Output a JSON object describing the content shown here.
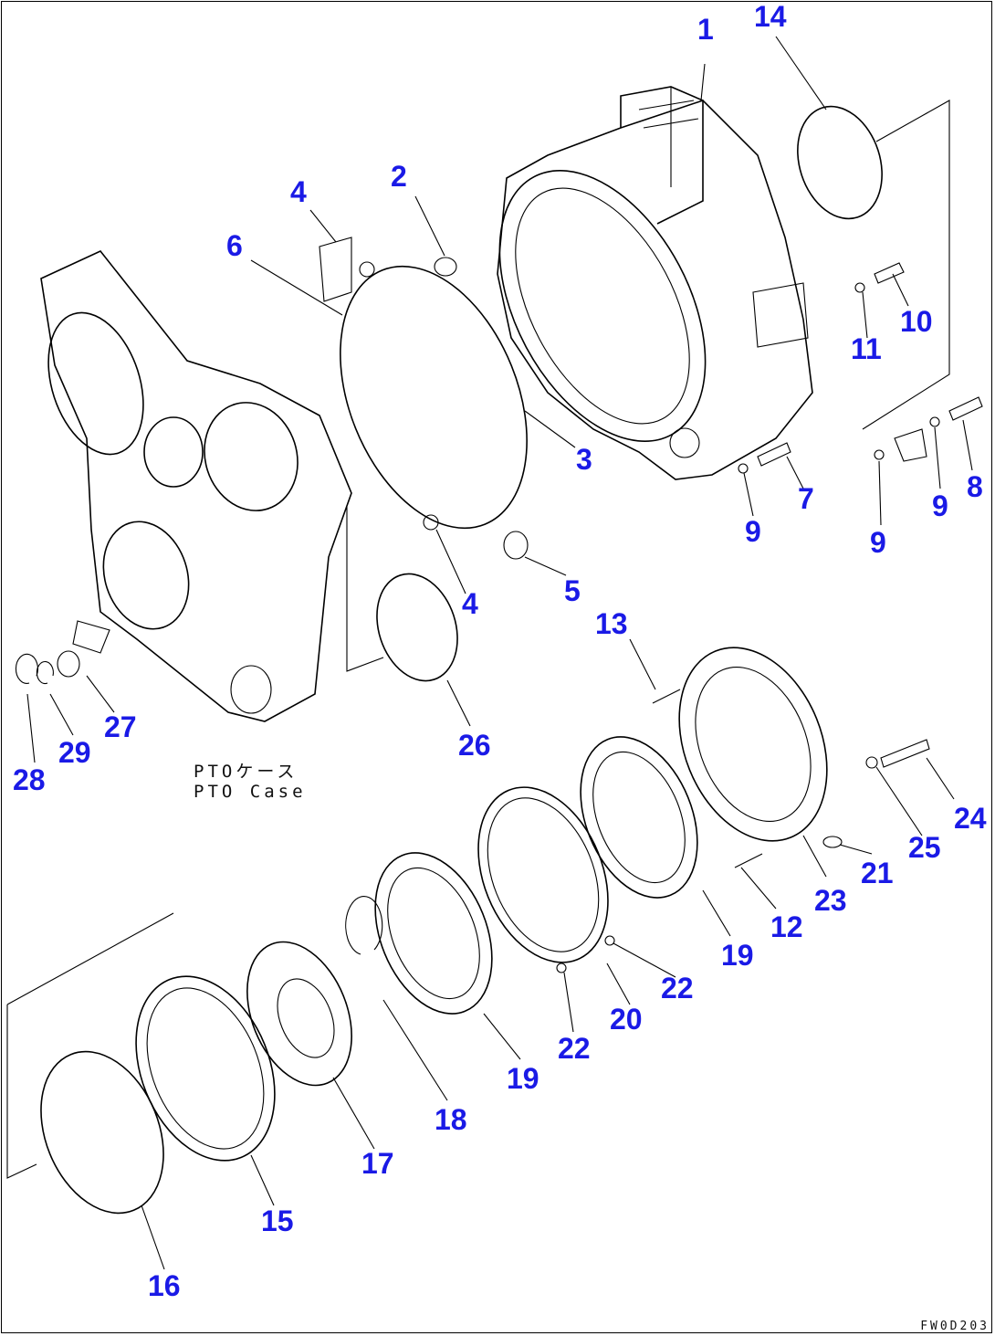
{
  "caption": {
    "line1": "PTOケース",
    "line2": "PTO Case"
  },
  "drawing_code": "FW0D203",
  "callout_color": "#1a1ae6",
  "callouts": [
    "1",
    "2",
    "3",
    "4",
    "4",
    "5",
    "6",
    "7",
    "8",
    "9",
    "9",
    "9",
    "10",
    "11",
    "12",
    "13",
    "14",
    "15",
    "16",
    "17",
    "18",
    "19",
    "19",
    "20",
    "21",
    "22",
    "22",
    "23",
    "24",
    "25",
    "26",
    "27",
    "28",
    "29"
  ]
}
